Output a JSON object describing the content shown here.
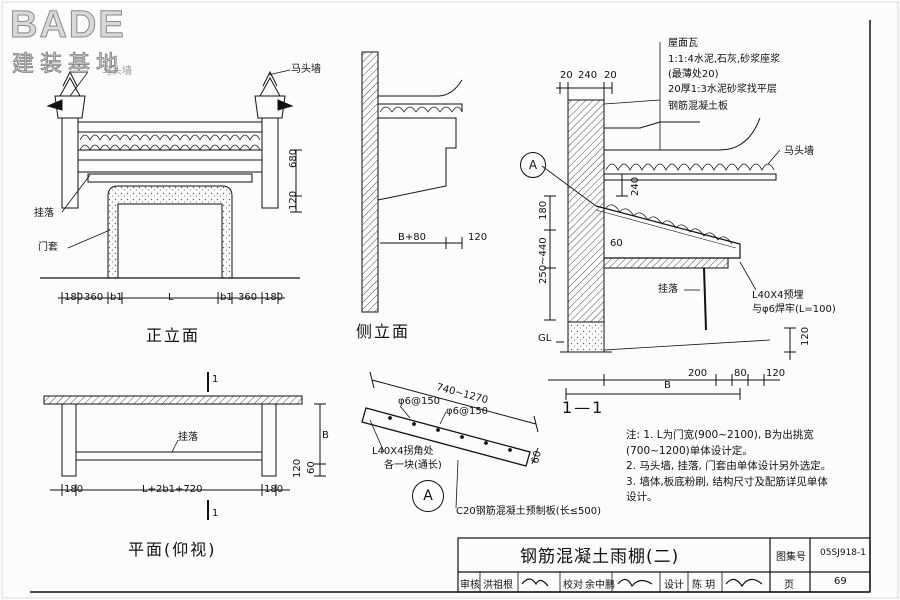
{
  "logo": {
    "brand": "BADE",
    "subtitle": "建装基地"
  },
  "front_view": {
    "caption": "正立面",
    "labels": {
      "horse_head_wall": "马头墙",
      "hanging_fall": "挂落",
      "door_cover": "门套",
      "horse_head_wall_ghost": "马头墙"
    },
    "dims_bottom": [
      "180",
      "360",
      "b1",
      "L",
      "b1",
      "360",
      "180"
    ],
    "dims_right": [
      "680",
      "120"
    ]
  },
  "side_view": {
    "caption": "侧立面",
    "dims": [
      "B+80",
      "120"
    ]
  },
  "section_1_1": {
    "caption": "1—1",
    "layers": [
      "屋面瓦",
      "1:1:4水泥,石灰,砂浆座浆",
      "(最薄处20)",
      "20厚1:3水泥砂浆找平层",
      "钢筋混凝土板"
    ],
    "top_dims": [
      "20",
      "240",
      "20"
    ],
    "horse_head_wall": "马头墙",
    "dim_240": "240",
    "dim_180": "180",
    "dim_250_440": "250~440",
    "dim_60": "60",
    "angle_note": "L40X4预埋",
    "angle_note2": "与φ6焊牢(L=100)",
    "hanging_fall": "挂落",
    "gl": "GL",
    "dim_120_right": "120",
    "dims_bottom": [
      "200",
      "80",
      "120"
    ],
    "dim_B": "B",
    "detail_ref": "A"
  },
  "plan_view": {
    "caption": "平面(仰视)",
    "section_mark": "1",
    "hanging_fall": "挂落",
    "dims_bottom": [
      "180",
      "L+2b1+720",
      "180"
    ],
    "dim_B": "B",
    "dims_small": [
      "120",
      "60"
    ]
  },
  "detail_a": {
    "dim_span": "740~1270",
    "rebar1": "φ6@150",
    "rebar2": "φ6@150",
    "angle": "L40X4拐角处",
    "angle2": "各一块(通长)",
    "thickness": "60",
    "slab": "C20钢筋混凝土预制板(长≤500)",
    "mark": "A"
  },
  "notes": [
    "注: 1.  L为门宽(900~2100),  B为出挑宽",
    "         (700~1200)单体设计定。",
    "     2.  马头墙, 挂落, 门套由单体设计另外选定。",
    "     3.  墙体,板底粉刷, 结构尺寸及配筋详见单体",
    "         设计。"
  ],
  "title_block": {
    "title": "钢筋混凝土雨棚(二)",
    "atlas_label": "图集号",
    "atlas_no": "05SJ918-1",
    "row": [
      "审核",
      "洪祖根",
      "校对",
      "余中鹏",
      "设计",
      "陈 玥",
      "页"
    ],
    "page_no": "69"
  }
}
